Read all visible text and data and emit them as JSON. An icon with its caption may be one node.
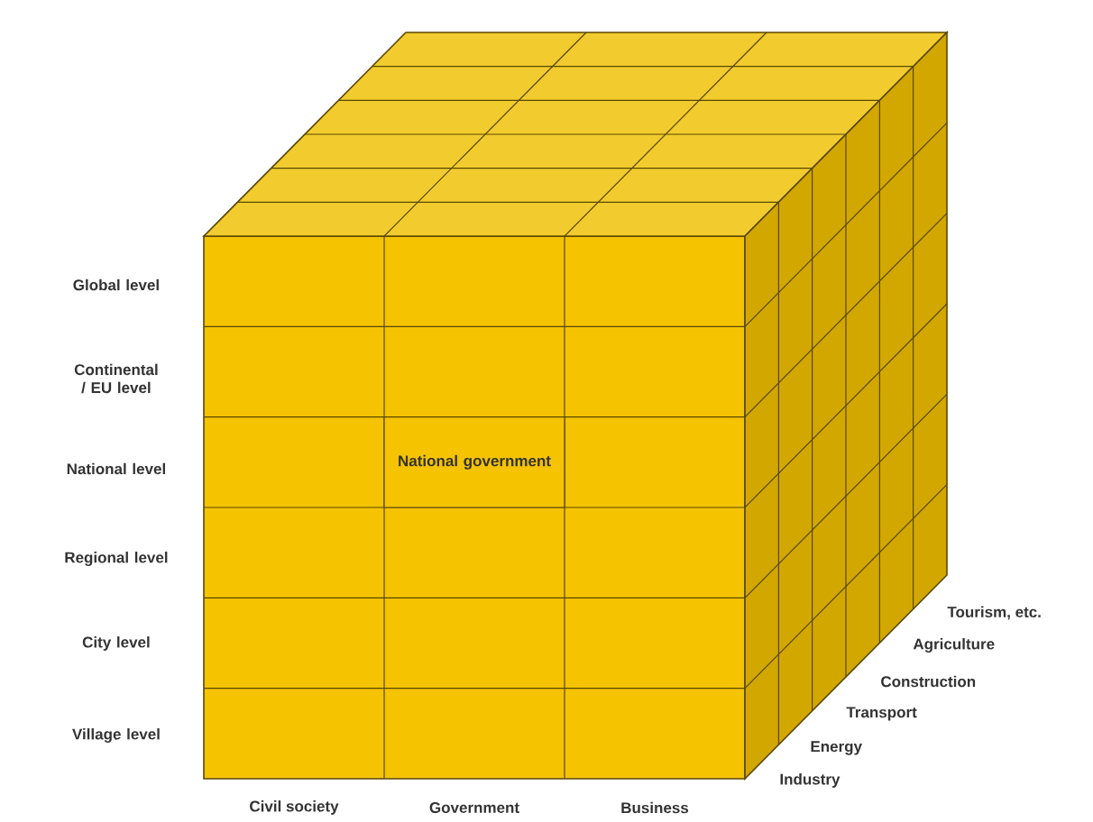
{
  "diagram": {
    "nodes": [
      {
        "text": [
          "National government"
        ]
      }
    ],
    "labels": [
      "Global level",
      "Continental / EU level",
      "National level",
      "Regional level",
      "City level",
      "Village level",
      "Tourism, etc.",
      "Agriculture",
      "Construction",
      "Transport",
      "Energy",
      "Industry",
      "Civil society",
      "Government",
      "Business"
    ]
  }
}
